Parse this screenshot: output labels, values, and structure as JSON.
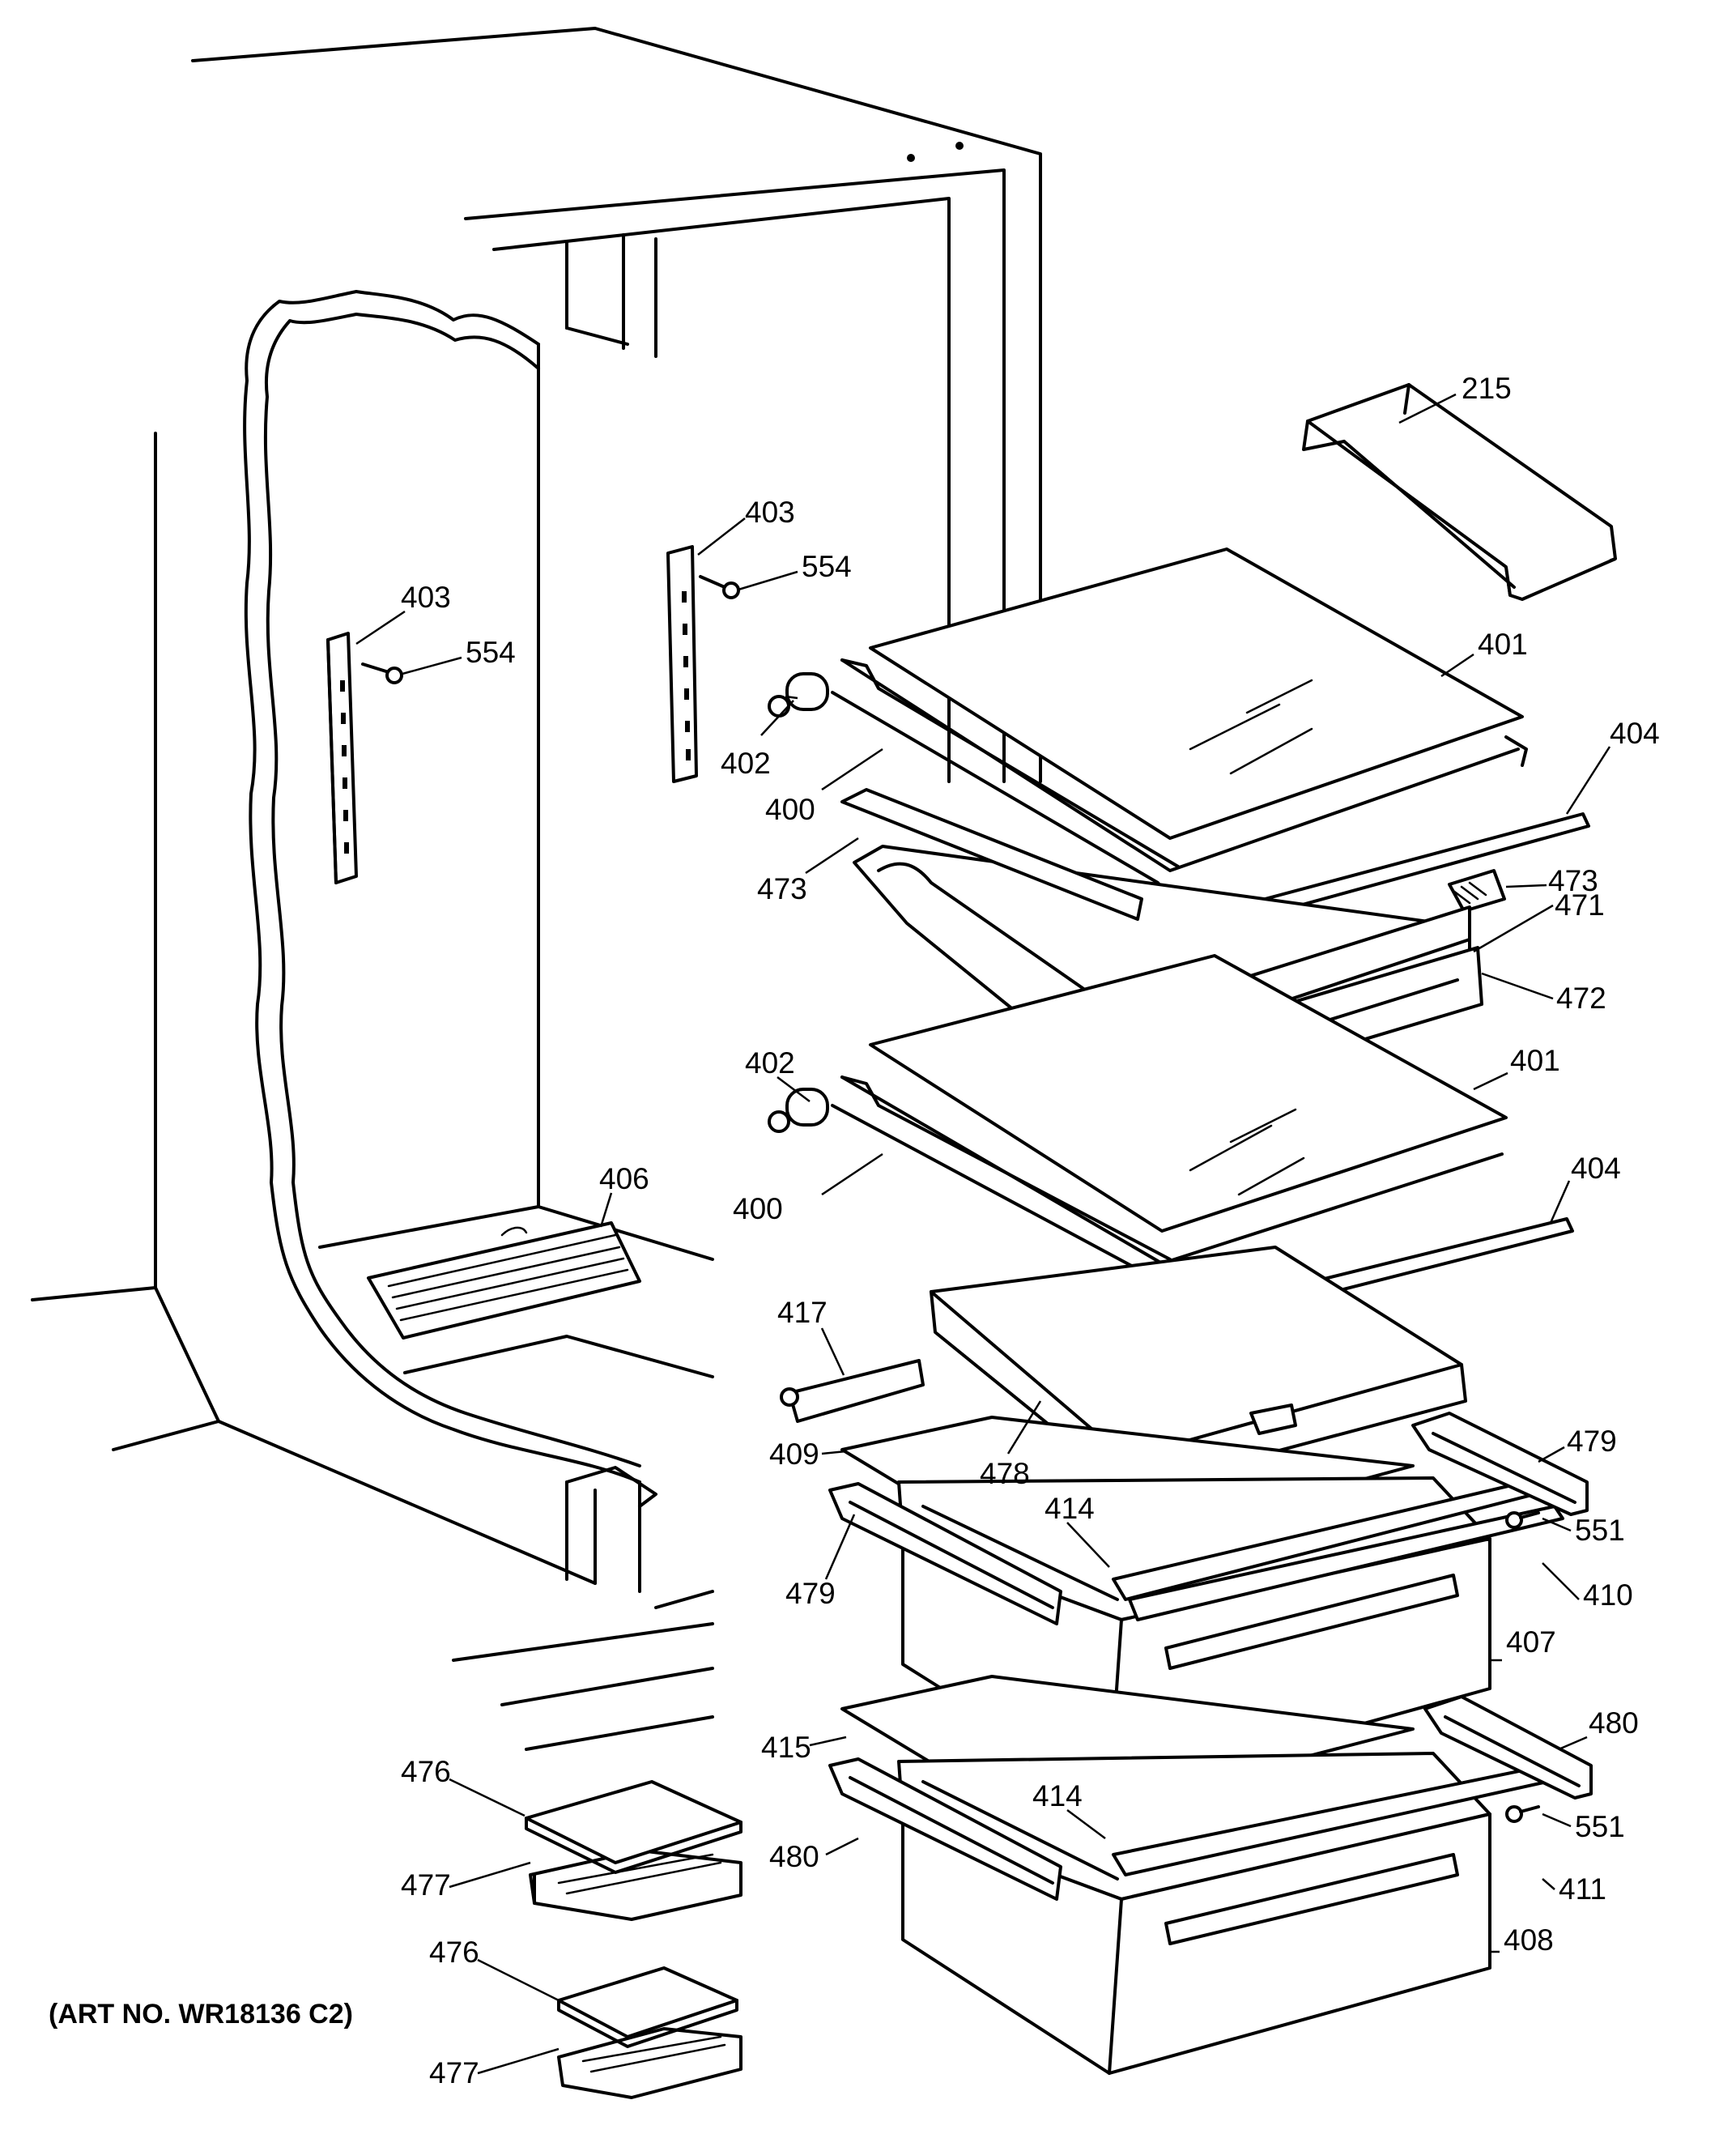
{
  "art_number": "(ART NO. WR18136 C2)",
  "callouts": [
    {
      "id": "c215",
      "text": "215"
    },
    {
      "id": "c403a",
      "text": "403"
    },
    {
      "id": "c554a",
      "text": "554"
    },
    {
      "id": "c403b",
      "text": "403"
    },
    {
      "id": "c554b",
      "text": "554"
    },
    {
      "id": "c401a",
      "text": "401"
    },
    {
      "id": "c402a",
      "text": "402"
    },
    {
      "id": "c400a",
      "text": "400"
    },
    {
      "id": "c404a",
      "text": "404"
    },
    {
      "id": "c473a",
      "text": "473"
    },
    {
      "id": "c473b",
      "text": "473"
    },
    {
      "id": "c471",
      "text": "471"
    },
    {
      "id": "c472",
      "text": "472"
    },
    {
      "id": "c402b",
      "text": "402"
    },
    {
      "id": "c401b",
      "text": "401"
    },
    {
      "id": "c400b",
      "text": "400"
    },
    {
      "id": "c404b",
      "text": "404"
    },
    {
      "id": "c406",
      "text": "406"
    },
    {
      "id": "c417",
      "text": "417"
    },
    {
      "id": "c409",
      "text": "409"
    },
    {
      "id": "c478",
      "text": "478"
    },
    {
      "id": "c479a",
      "text": "479"
    },
    {
      "id": "c414a",
      "text": "414"
    },
    {
      "id": "c551a",
      "text": "551"
    },
    {
      "id": "c479b",
      "text": "479"
    },
    {
      "id": "c410",
      "text": "410"
    },
    {
      "id": "c407",
      "text": "407"
    },
    {
      "id": "c480a",
      "text": "480"
    },
    {
      "id": "c415",
      "text": "415"
    },
    {
      "id": "c414b",
      "text": "414"
    },
    {
      "id": "c551b",
      "text": "551"
    },
    {
      "id": "c480b",
      "text": "480"
    },
    {
      "id": "c411",
      "text": "411"
    },
    {
      "id": "c408",
      "text": "408"
    },
    {
      "id": "c476a",
      "text": "476"
    },
    {
      "id": "c477a",
      "text": "477"
    },
    {
      "id": "c476b",
      "text": "476"
    },
    {
      "id": "c477b",
      "text": "477"
    }
  ]
}
